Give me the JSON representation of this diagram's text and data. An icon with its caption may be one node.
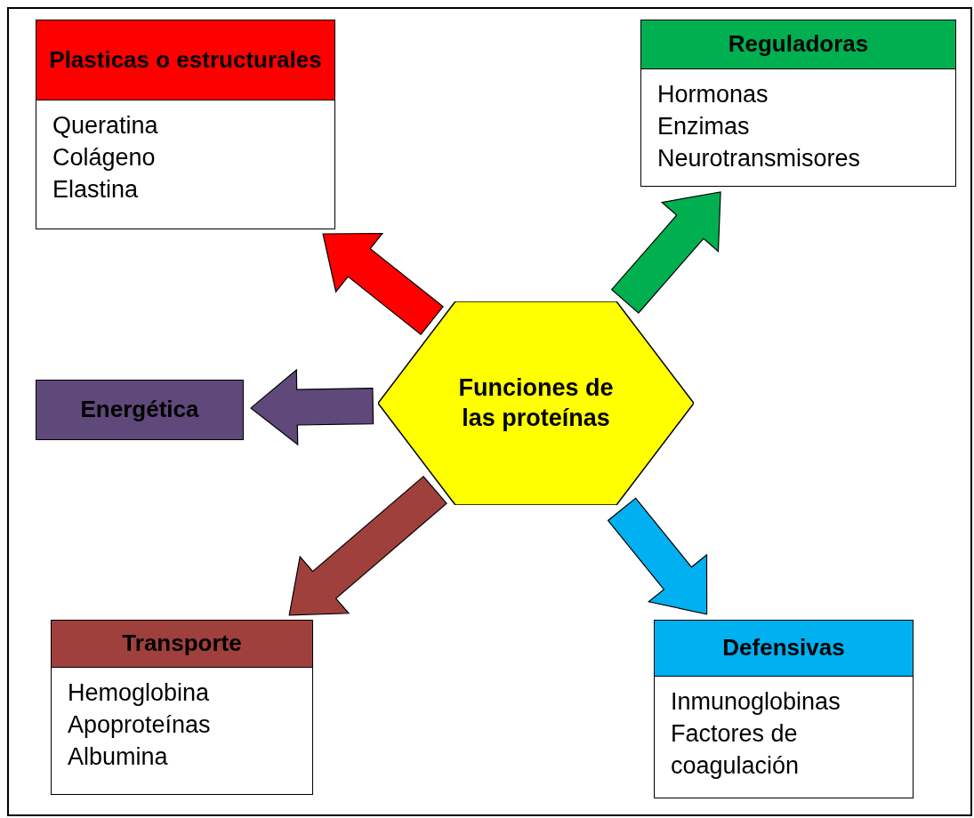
{
  "diagram": {
    "nodes": [
      {
        "text": [
          "Plasticas o estructurales",
          "Queratina",
          "Colágeno",
          "Elastina"
        ]
      },
      {
        "text": [
          "Reguladoras",
          "Hormonas",
          "Enzimas",
          "Neurotransmisores"
        ]
      },
      {
        "text": [
          "Energética"
        ]
      },
      {
        "text": [
          "Funciones de las proteínas"
        ]
      },
      {
        "text": [
          "Transporte",
          "Hemoglobina",
          "Apoproteínas",
          "Albumina"
        ]
      },
      {
        "text": [
          "Defensivas",
          "Inmunoglobinas",
          "Factores de coagulación"
        ]
      }
    ],
    "edges": [
      {
        "from": 3,
        "to": 0,
        "arrow": "to",
        "style": "thick",
        "color": "#ff0000"
      },
      {
        "from": 3,
        "to": 1,
        "arrow": "to",
        "style": "thick",
        "color": "#00b050"
      },
      {
        "from": 3,
        "to": 2,
        "arrow": "to",
        "style": "thick",
        "color": "#5f497a"
      },
      {
        "from": 3,
        "to": 4,
        "arrow": "to",
        "style": "thick",
        "color": "#a0403c"
      },
      {
        "from": 3,
        "to": 5,
        "arrow": "to",
        "style": "thick",
        "color": "#00b0f0"
      }
    ]
  }
}
